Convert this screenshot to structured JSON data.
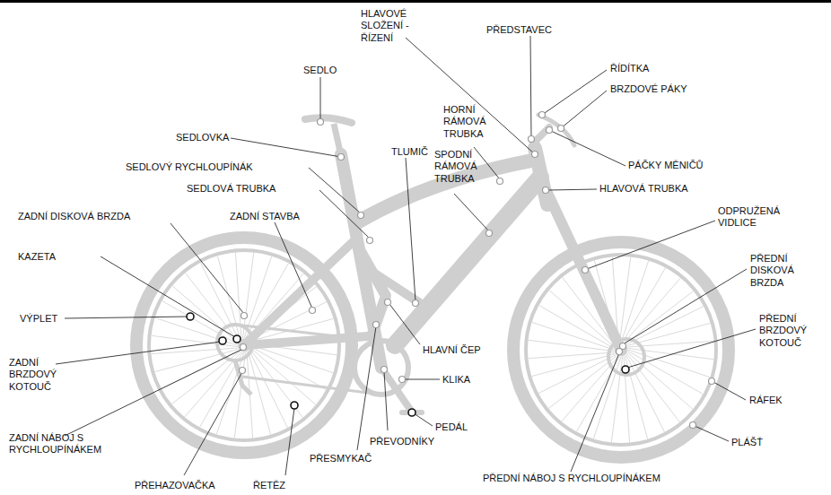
{
  "diagram": {
    "labels": [
      "HLAVOVÉ SLOŽENÍ - ŘÍZENÍ",
      "PŘEDSTAVEC",
      "SEDLO",
      "ŘÍDÍTKA",
      "BRZDOVÉ PÁKY",
      "HORNÍ RÁMOVÁ TRUBKA",
      "SEDLOVKA",
      "TLUMIČ",
      "SPODNÍ RÁMOVÁ TRUBKA",
      "SEDLOVÝ RYCHLOUPÍNÁK",
      "PÁČKY MĚNIČŮ",
      "SEDLOVÁ TRUBKA",
      "HLAVOVÁ TRUBKA",
      "ZADNÍ DISKOVÁ BRZDA",
      "ZADNÍ STAVBA",
      "ODPRUŽENÁ VIDLICE",
      "KAZETA",
      "PŘEDNÍ DISKOVÁ BRZDA",
      "VÝPLET",
      "PŘEDNÍ BRZDOVÝ KOTOUČ",
      "ZADNÍ BRZDOVÝ KOTOUČ",
      "HLAVNÍ ČEP",
      "KLIKA",
      "RÁFEK",
      "PEDÁL",
      "ZADNÍ NÁBOJ S RYCHLOUPÍNÁKEM",
      "PŘEVODNÍKY",
      "PLÁŠŤ",
      "PŘESMYKAČ",
      "PŘEDNÍ NÁBOJ S RYCHLOUPÍNÁKEM",
      "PŘEHAZOVAČKA",
      "ŘETĚZ"
    ]
  }
}
